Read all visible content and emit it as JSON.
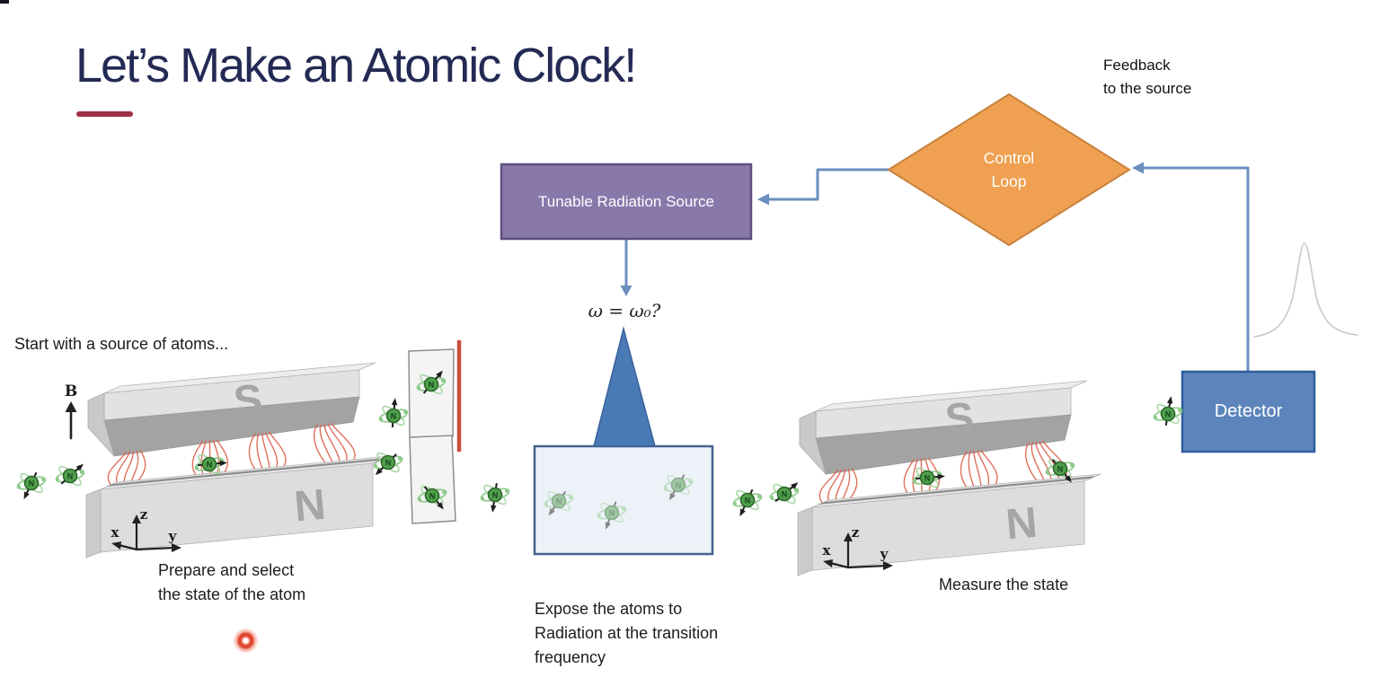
{
  "slide": {
    "title": "Let’s Make an Atomic Clock!"
  },
  "flowchart": {
    "feedback_line1": "Feedback",
    "feedback_line2": "to the source",
    "control_loop_line1": "Control",
    "control_loop_line2": "Loop",
    "radiation_source_label": "Tunable Radiation Source",
    "detector_label": "Detector",
    "resonance_question": "ω =  ω₀?"
  },
  "captions": {
    "start": "Start with a source of atoms...",
    "prepare_line1": "Prepare and select",
    "prepare_line2": "the state of the atom",
    "expose_line1": "Expose the atoms to",
    "expose_line2": "Radiation at the transition",
    "expose_line3": "frequency",
    "measure": "Measure the state"
  },
  "diagram": {
    "magnet_south_label": "S",
    "magnet_north_label": "N",
    "field_label": "B",
    "axis_x_label": "x",
    "axis_y_label": "y",
    "axis_z_label": "z",
    "atom_nucleus_label": "N"
  },
  "colors": {
    "title_text": "#232a54",
    "accent_underline": "#9e3248",
    "control_loop_fill": "#efa050",
    "control_loop_border": "#c8823d",
    "radiation_source_fill": "#8979ab",
    "radiation_source_border": "#5f5080",
    "detector_fill": "#5d85bc",
    "detector_border": "#2f5d9e",
    "connector_blue": "#6b8fbe",
    "triangle_fill": "#4a7ab5",
    "chamber_fill": "#edf2f8",
    "chamber_border": "#47618c",
    "field_line_red": "#dd614a",
    "selector_line_red": "#c94f3d",
    "atom_green": "#4f9f4b",
    "laser_dot_red": "#e8503a"
  }
}
